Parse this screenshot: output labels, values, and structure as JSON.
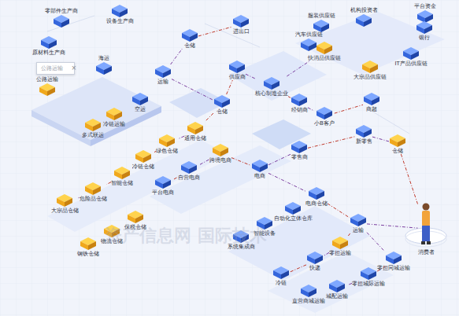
{
  "diagram": {
    "nodes": [
      {
        "text": [
          "零部件生产商"
        ]
      },
      {
        "text": [
          "设备生产商"
        ]
      },
      {
        "text": [
          "原材料生产商"
        ]
      },
      {
        "text": [
          "公路运输"
        ]
      },
      {
        "text": [
          "公路运输"
        ]
      },
      {
        "text": [
          "海运"
        ]
      },
      {
        "text": [
          "运输"
        ]
      },
      {
        "text": [
          "空运"
        ]
      },
      {
        "text": [
          "冷链运输"
        ]
      },
      {
        "text": [
          "多式联运"
        ]
      },
      {
        "text": [
          "仓储"
        ]
      },
      {
        "text": [
          "进出口"
        ]
      },
      {
        "text": [
          "机构投资者"
        ]
      },
      {
        "text": [
          "平台资金"
        ]
      },
      {
        "text": [
          "服装供应链"
        ]
      },
      {
        "text": [
          "汽车供应链"
        ]
      },
      {
        "text": [
          "快消品供应链"
        ]
      },
      {
        "text": [
          "银行"
        ]
      },
      {
        "text": [
          "IT产品供应链"
        ]
      },
      {
        "text": [
          "大宗品供应链"
        ]
      },
      {
        "text": [
          "供应商"
        ]
      },
      {
        "text": [
          "核心制造企业"
        ]
      },
      {
        "text": [
          "经销商"
        ]
      },
      {
        "text": [
          "小B客户"
        ]
      },
      {
        "text": [
          "商超"
        ]
      },
      {
        "text": [
          "仓储"
        ]
      },
      {
        "text": [
          "通用仓储"
        ]
      },
      {
        "text": [
          "绿色仓储"
        ]
      },
      {
        "text": [
          "冷链仓储"
        ]
      },
      {
        "text": [
          "智能仓储"
        ]
      },
      {
        "text": [
          "危险品仓储"
        ]
      },
      {
        "text": [
          "大宗品仓储"
        ]
      },
      {
        "text": [
          "保税仓储"
        ]
      },
      {
        "text": [
          "物流仓储"
        ]
      },
      {
        "text": [
          "钢铁仓储"
        ]
      },
      {
        "text": [
          "平台电商"
        ]
      },
      {
        "text": [
          "自营电商"
        ]
      },
      {
        "text": [
          "跨境电商"
        ]
      },
      {
        "text": [
          "电商"
        ]
      },
      {
        "text": [
          "零售商"
        ]
      },
      {
        "text": [
          "新零售"
        ]
      },
      {
        "text": [
          "仓储"
        ]
      },
      {
        "text": [
          "电商仓储"
        ]
      },
      {
        "text": [
          "自动化立体仓库"
        ]
      },
      {
        "text": [
          "智能设备"
        ]
      },
      {
        "text": [
          "系统集成商"
        ]
      },
      {
        "text": [
          "运输"
        ]
      },
      {
        "text": [
          "零担运输"
        ]
      },
      {
        "text": [
          "快递"
        ]
      },
      {
        "text": [
          "冷链"
        ]
      },
      {
        "text": [
          "零担同城运输"
        ]
      },
      {
        "text": [
          "零担城际运输"
        ]
      },
      {
        "text": [
          "城配运输"
        ]
      },
      {
        "text": [
          "直营商城运输"
        ]
      },
      {
        "text": [
          "消费者"
        ]
      }
    ],
    "edges": [
      {
        "from": 6,
        "to": 10,
        "arrow": "none"
      },
      {
        "from": 10,
        "to": 11,
        "arrow": "none"
      },
      {
        "from": 6,
        "to": 25,
        "arrow": "none"
      },
      {
        "from": 25,
        "to": 20,
        "arrow": "none"
      },
      {
        "from": 20,
        "to": 21,
        "arrow": "none"
      },
      {
        "from": 21,
        "to": 22,
        "arrow": "none"
      },
      {
        "from": 22,
        "to": 23,
        "arrow": "none"
      },
      {
        "from": 23,
        "to": 24,
        "arrow": "none"
      },
      {
        "from": 21,
        "to": 16,
        "arrow": "none"
      },
      {
        "from": 25,
        "to": 26,
        "arrow": "none"
      },
      {
        "from": 26,
        "to": 27,
        "arrow": "none"
      },
      {
        "from": 27,
        "to": 28,
        "arrow": "none"
      },
      {
        "from": 28,
        "to": 29,
        "arrow": "none"
      },
      {
        "from": 29,
        "to": 30,
        "arrow": "none"
      },
      {
        "from": 30,
        "to": 31,
        "arrow": "none"
      },
      {
        "from": 35,
        "to": 36,
        "arrow": "none"
      },
      {
        "from": 36,
        "to": 37,
        "arrow": "none"
      },
      {
        "from": 37,
        "to": 38,
        "arrow": "none"
      },
      {
        "from": 38,
        "to": 39,
        "arrow": "none"
      },
      {
        "from": 39,
        "to": 40,
        "arrow": "none"
      },
      {
        "from": 40,
        "to": 41,
        "arrow": "none"
      },
      {
        "from": 41,
        "to": 54,
        "arrow": "none"
      },
      {
        "from": 38,
        "to": 42,
        "arrow": "none"
      },
      {
        "from": 42,
        "to": 46,
        "arrow": "none"
      },
      {
        "from": 46,
        "to": 54,
        "arrow": "none"
      },
      {
        "from": 46,
        "to": 47,
        "arrow": "none"
      },
      {
        "from": 47,
        "to": 48,
        "arrow": "none"
      },
      {
        "from": 48,
        "to": 49,
        "arrow": "none"
      },
      {
        "from": 46,
        "to": 50,
        "arrow": "none"
      },
      {
        "from": 50,
        "to": 51,
        "arrow": "none"
      },
      {
        "from": 51,
        "to": 52,
        "arrow": "none"
      }
    ],
    "labels": [
      "×",
      "资产信息网 国际技术"
    ]
  }
}
